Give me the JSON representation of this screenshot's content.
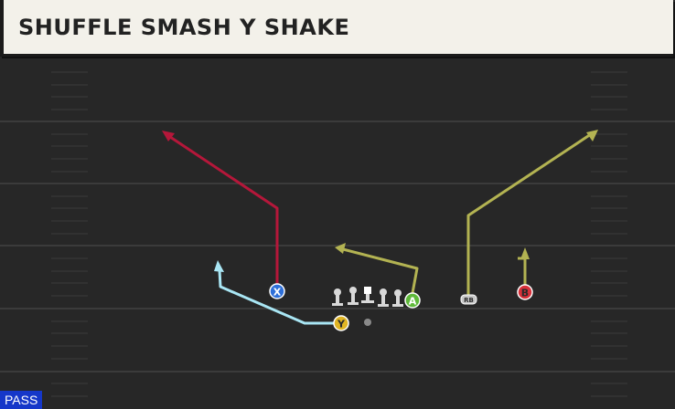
{
  "play": {
    "title": "SHUFFLE SMASH Y SHAKE",
    "type_badge": "PASS"
  },
  "colors": {
    "field": "#272727",
    "yard_line": "#3c3c3c",
    "x_route": "#b5173a",
    "y_route": "#a9e6f4",
    "a_route": "#b3b352",
    "rb_route": "#b3b352",
    "b_route": "#b3b352",
    "x_button": "#2e6fd8",
    "y_button": "#e0b524",
    "a_button": "#5fb93a",
    "b_button": "#d8303a",
    "badge": "#1537c9"
  },
  "players": {
    "x": {
      "label": "X",
      "icon": "x-button-icon"
    },
    "y": {
      "label": "Y",
      "icon": "y-button-icon"
    },
    "a": {
      "label": "A",
      "icon": "a-button-icon"
    },
    "b": {
      "label": "B",
      "icon": "b-button-icon"
    },
    "rb": {
      "label": "RB",
      "icon": "running-back-icon"
    }
  }
}
